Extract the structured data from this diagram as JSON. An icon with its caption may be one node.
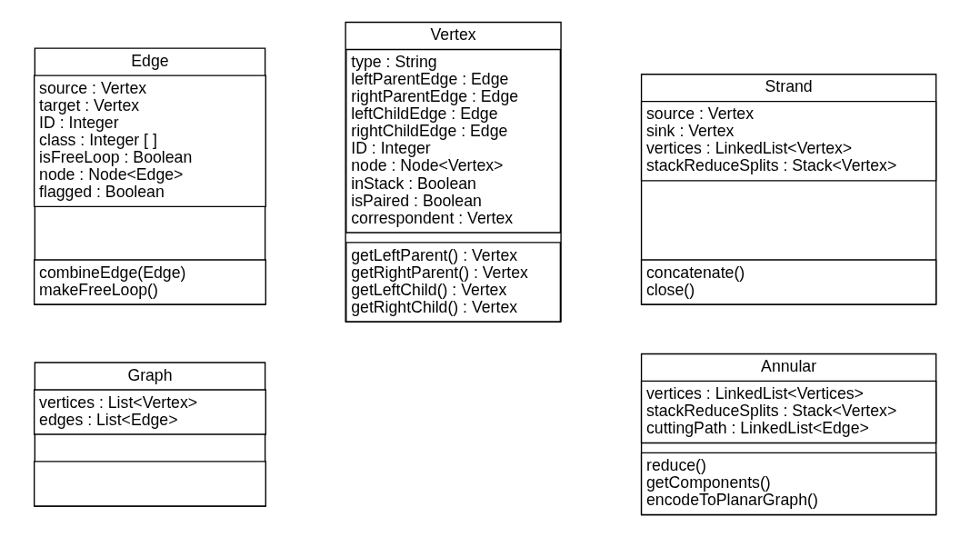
{
  "diagram": {
    "nodes": [
      {
        "text": [
          "Edge"
        ]
      },
      {
        "text": [
          "source : Vertex",
          "target : Vertex",
          "ID : Integer",
          "class : Integer [ ]",
          "isFreeLoop : Boolean",
          "node : Node<Edge>",
          "flagged : Boolean"
        ],
        "in": 0
      },
      {
        "text": [
          "combineEdge(Edge)",
          "makeFreeLoop()"
        ],
        "in": 0
      },
      {
        "text": [
          "Vertex"
        ]
      },
      {
        "text": [
          "type : String",
          "leftParentEdge : Edge",
          "rightParentEdge : Edge",
          "leftChildEdge : Edge",
          "rightChildEdge : Edge",
          "ID : Integer",
          "node : Node<Vertex>",
          "inStack : Boolean",
          "isPaired : Boolean",
          "correspondent : Vertex"
        ],
        "in": 3
      },
      {
        "text": [
          "getLeftParent() : Vertex",
          "getRightParent() : Vertex",
          "getLeftChild() : Vertex",
          "getRightChild() : Vertex"
        ],
        "in": 3
      },
      {
        "text": [
          "Strand"
        ]
      },
      {
        "text": [
          "source : Vertex",
          "sink : Vertex",
          "vertices : LinkedList<Vertex>",
          "stackReduceSplits : Stack<Vertex>"
        ],
        "in": 6
      },
      {
        "text": [
          "concatenate()",
          "close()"
        ],
        "in": 6
      },
      {
        "text": [
          "Graph"
        ]
      },
      {
        "text": [
          "vertices : List<Vertex>",
          "edges : List<Edge>"
        ],
        "in": 9
      },
      {
        "text": [],
        "shape": "box",
        "in": 9
      },
      {
        "text": [
          "Annular"
        ]
      },
      {
        "text": [
          "vertices : LinkedList<Vertices>",
          "stackReduceSplits : Stack<Vertex>",
          "cuttingPath : LinkedList<Edge>"
        ],
        "in": 12
      },
      {
        "text": [
          "reduce()",
          "getComponents()",
          "encodeToPlanarGraph()"
        ],
        "in": 12
      }
    ],
    "edges": []
  }
}
